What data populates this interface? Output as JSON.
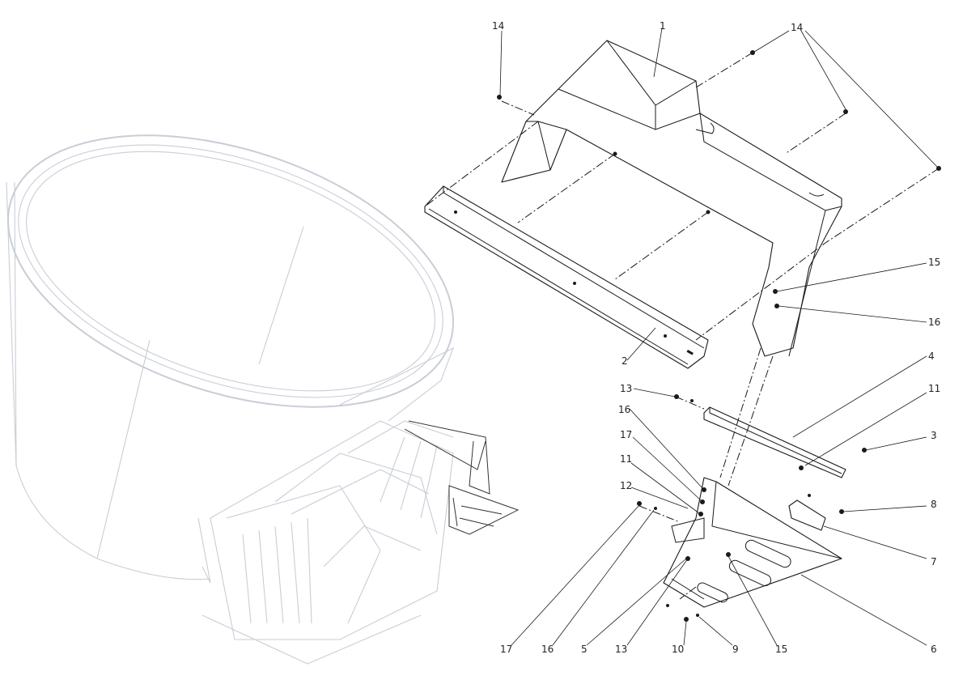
{
  "callouts": [
    {
      "id": "c14a",
      "text": "14"
    },
    {
      "id": "c1",
      "text": "1"
    },
    {
      "id": "c14b",
      "text": "14"
    },
    {
      "id": "c15a",
      "text": "15"
    },
    {
      "id": "c16a",
      "text": "16"
    },
    {
      "id": "c2",
      "text": "2"
    },
    {
      "id": "c4",
      "text": "4"
    },
    {
      "id": "c13a",
      "text": "13"
    },
    {
      "id": "c11a",
      "text": "11"
    },
    {
      "id": "c16b",
      "text": "16"
    },
    {
      "id": "c3",
      "text": "3"
    },
    {
      "id": "c17a",
      "text": "17"
    },
    {
      "id": "c11b",
      "text": "11"
    },
    {
      "id": "c12",
      "text": "12"
    },
    {
      "id": "c8",
      "text": "8"
    },
    {
      "id": "c7",
      "text": "7"
    },
    {
      "id": "c17b",
      "text": "17"
    },
    {
      "id": "c16c",
      "text": "16"
    },
    {
      "id": "c5",
      "text": "5"
    },
    {
      "id": "c13b",
      "text": "13"
    },
    {
      "id": "c10",
      "text": "10"
    },
    {
      "id": "c9",
      "text": "9"
    },
    {
      "id": "c15b",
      "text": "15"
    },
    {
      "id": "c6",
      "text": "6"
    }
  ],
  "colors": {
    "ghost": "#c9cdd6",
    "linework": "#1a1a1a"
  }
}
